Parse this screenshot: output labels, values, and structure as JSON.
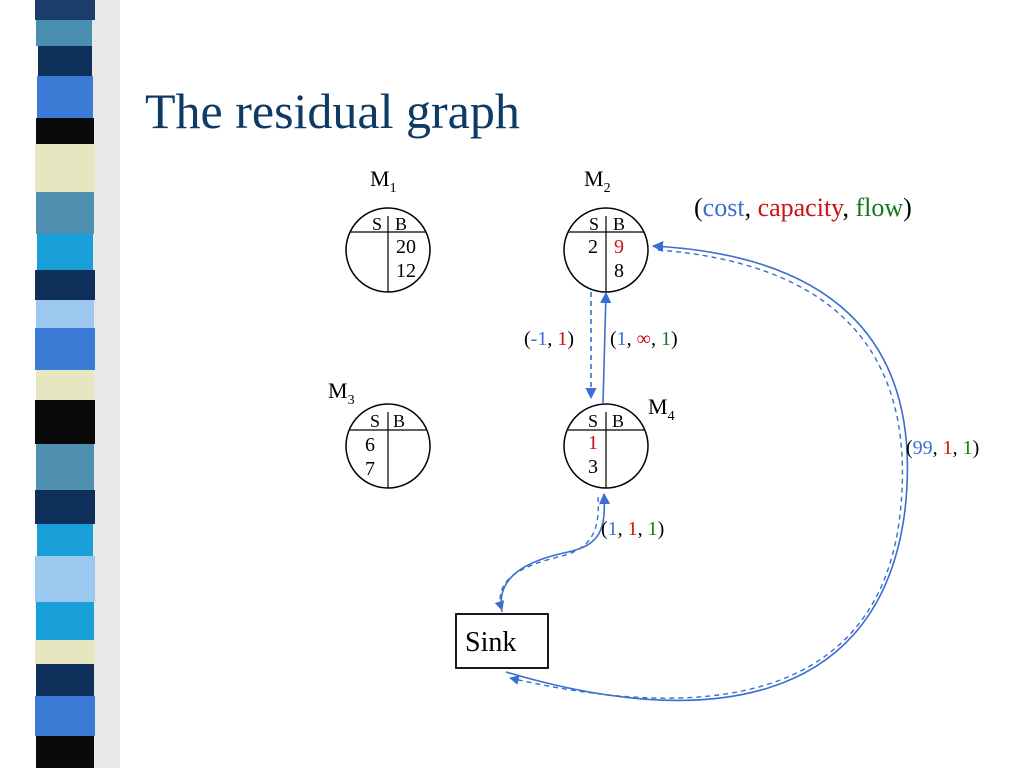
{
  "title": "The residual graph",
  "legend": {
    "open": "(",
    "cost": "cost",
    "sep1": ", ",
    "capacity": "capacity",
    "sep2": ", ",
    "flow": "flow",
    "close": ")"
  },
  "colors": {
    "title": "#0d3b66",
    "cost": "#3a6ed0",
    "capacity": "#cc1111",
    "flow": "#0f7a1a",
    "edge": "#3a6ed0"
  },
  "nodes": {
    "m1": {
      "label": "M",
      "sub": "1",
      "head_s": "S",
      "head_b": "B",
      "s_values": [],
      "b_values": [
        "20",
        "12"
      ]
    },
    "m2": {
      "label": "M",
      "sub": "2",
      "head_s": "S",
      "head_b": "B",
      "s_values": [
        "2"
      ],
      "b_values": [
        "9",
        "8"
      ]
    },
    "m3": {
      "label": "M",
      "sub": "3",
      "head_s": "S",
      "head_b": "B",
      "s_values": [
        "6",
        "7"
      ],
      "b_values": []
    },
    "m4": {
      "label": "M",
      "sub": "4",
      "head_s": "S",
      "head_b": "B",
      "s_values": [
        "1",
        "3"
      ],
      "b_values": []
    },
    "sink": {
      "label": "Sink"
    }
  },
  "edge_labels": {
    "m2_to_m4": {
      "open": "(",
      "cost": "-1",
      "sep1": ", ",
      "capacity": "1",
      "close": ")"
    },
    "m4_to_m2": {
      "open": "(",
      "cost": "1",
      "sep1": ", ",
      "capacity": "∞",
      "sep2": ", ",
      "flow": "1",
      "close": ")"
    },
    "sink_m2": {
      "open": "(",
      "cost": "99",
      "sep1": ", ",
      "capacity": "1",
      "sep2": ", ",
      "flow": "1",
      "close": ")"
    },
    "m4_sink": {
      "open": "(",
      "cost": "1",
      "sep1": ", ",
      "capacity": "1",
      "sep2": ", ",
      "flow": "1",
      "close": ")"
    }
  }
}
